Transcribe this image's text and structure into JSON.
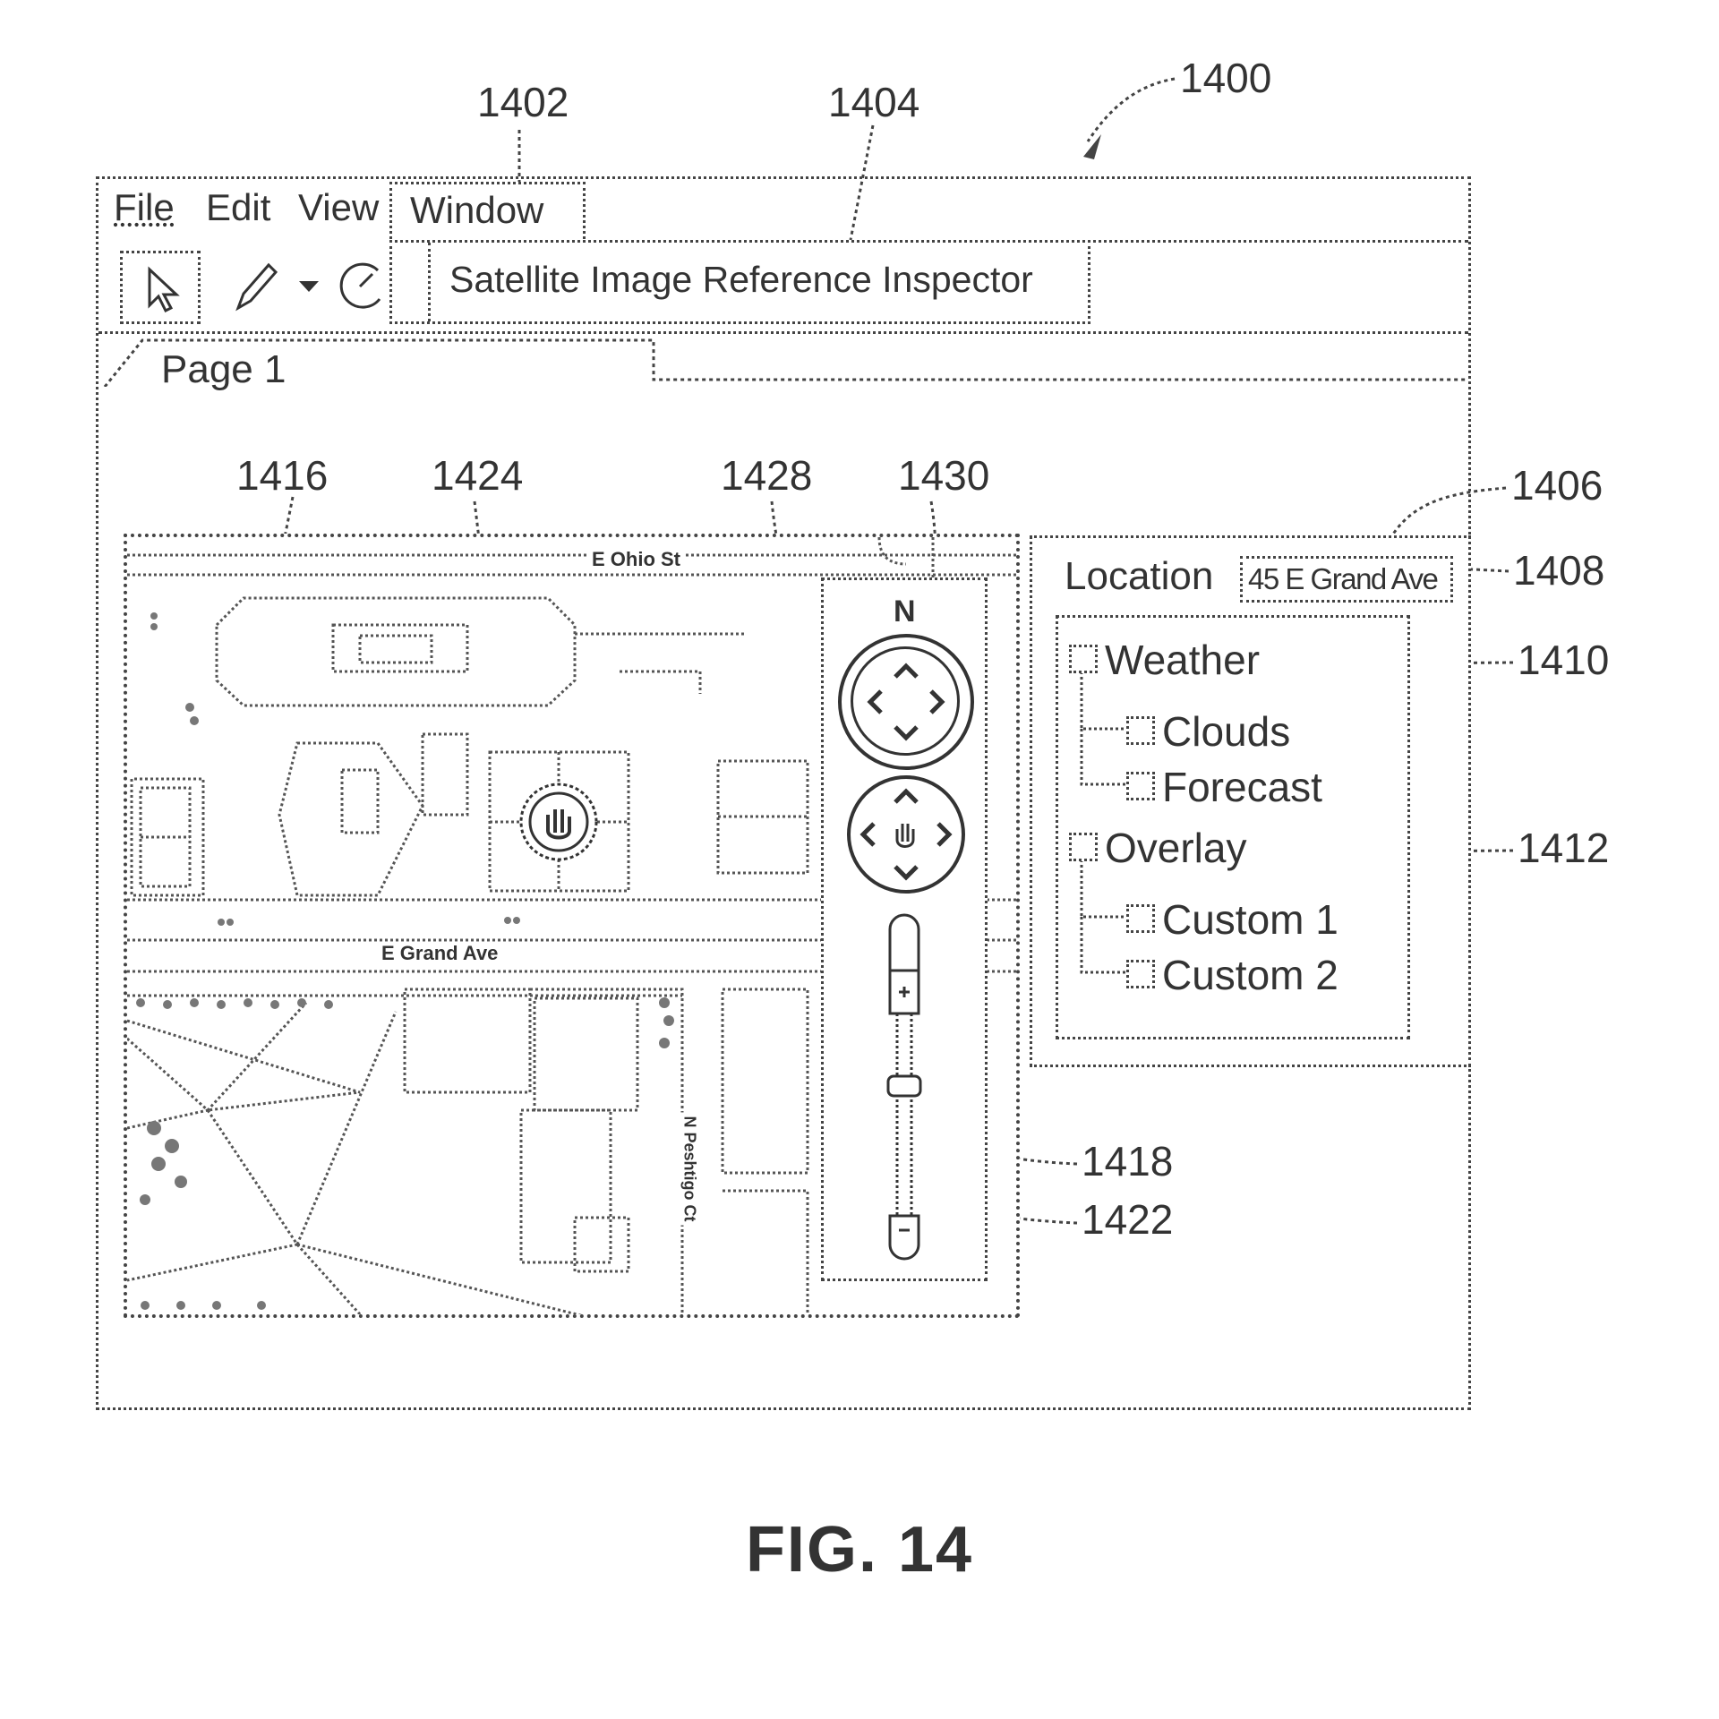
{
  "refs": {
    "r1400": "1400",
    "r1402": "1402",
    "r1404": "1404",
    "r1406": "1406",
    "r1408": "1408",
    "r1410": "1410",
    "r1412": "1412",
    "r1416": "1416",
    "r1418": "1418",
    "r1422": "1422",
    "r1424": "1424",
    "r1428": "1428",
    "r1430": "1430"
  },
  "menu": {
    "file": "File",
    "edit": "Edit",
    "view": "View",
    "window": "Window",
    "dropdown_item": "Satellite Image Reference Inspector"
  },
  "tabs": {
    "page1": "Page 1"
  },
  "map": {
    "street_top": "E Ohio St",
    "street_middle": "E Grand Ave",
    "street_vertical": "N Peshtigo Ct",
    "compass_label": "N"
  },
  "inspector": {
    "location_label": "Location",
    "location_value": "45 E Grand Ave",
    "tree": [
      {
        "label": "Weather",
        "children": [
          "Clouds",
          "Forecast"
        ]
      },
      {
        "label": "Overlay",
        "children": [
          "Custom 1",
          "Custom 2"
        ]
      }
    ]
  },
  "figure_caption": "FIG. 14"
}
